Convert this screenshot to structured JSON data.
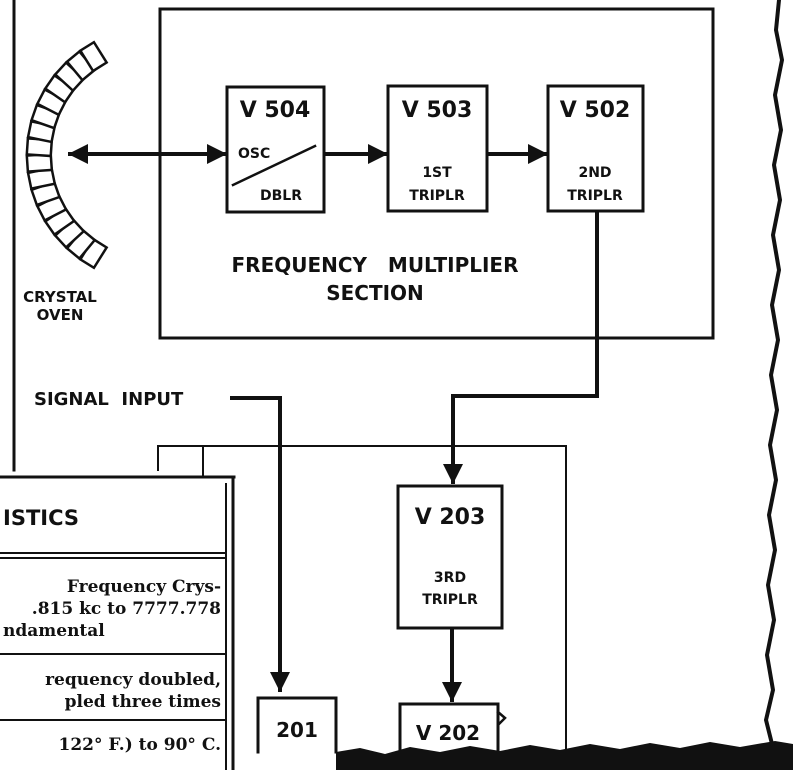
{
  "colors": {
    "ink": "#111111",
    "paper": "#ffffff"
  },
  "crystal_oven": {
    "line1": "CRYSTAL",
    "line2": "OVEN"
  },
  "tubes": {
    "v504": {
      "name": "V 504",
      "top": "OSC",
      "bottom": "DBLR"
    },
    "v503": {
      "name": "V 503",
      "line1": "1ST",
      "line2": "TRIPLR"
    },
    "v502": {
      "name": "V 502",
      "line1": "2ND",
      "line2": "TRIPLR"
    },
    "v203": {
      "name": "V 203",
      "line1": "3RD",
      "line2": "TRIPLR"
    },
    "v202": {
      "name": "V 202"
    },
    "v201": {
      "name": "201"
    }
  },
  "section": {
    "line1": "FREQUENCY   MULTIPLIER",
    "line2": "SECTION"
  },
  "signal_input": "SIGNAL  INPUT",
  "characteristics": {
    "title": "ISTICS",
    "rows": [
      {
        "line1": "Frequency Crys-",
        "line2": ".815 kc to 7777.778",
        "line3": "ndamental"
      },
      {
        "line1": "requency doubled,",
        "line2": "pled three times"
      },
      {
        "line1": "122° F.) to 90° C."
      }
    ]
  }
}
